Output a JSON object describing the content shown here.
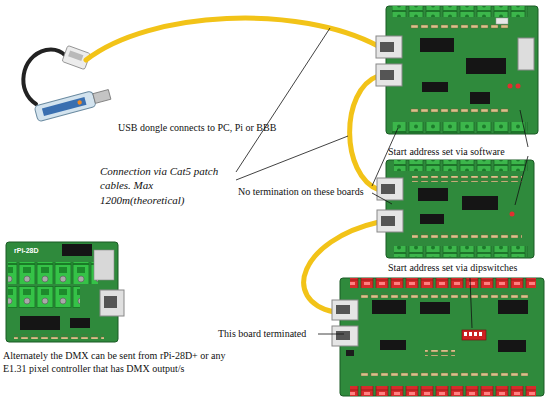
{
  "diagram": {
    "labels": [
      "USB dongle connects to PC, Pi or BBB",
      "Connection via Cat5 patch cables. Max 1200m(theoretical)",
      "No termination on these boards",
      "Start address set via software",
      "Start address set via dipswitches",
      "This board terminated",
      "Alternately the DMX can be sent from rPi-28D+ or any E1.31 pixel controller that has DMX output/s",
      "rPi-28D"
    ]
  }
}
